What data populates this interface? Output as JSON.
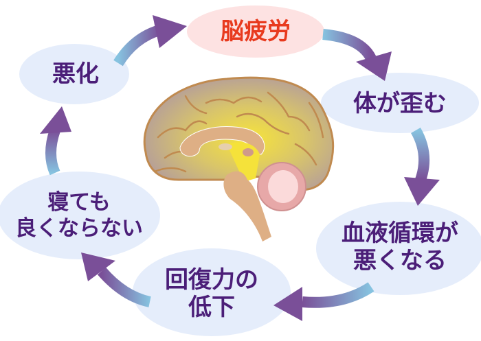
{
  "title": "脳疲労の悪循環",
  "colors": {
    "text": "#4b1e78",
    "accent": "#e83a1e",
    "bubble": "#e5edfb",
    "top_bubble": "#fde2e2"
  },
  "cycle": [
    {
      "label": "脳疲労"
    },
    {
      "label": "体が歪む"
    },
    {
      "label_line1": "血液循環が",
      "label_line2": "悪くなる"
    },
    {
      "label_line1": "回復力の",
      "label_line2": "低下"
    },
    {
      "label_line1": "寝ても",
      "label_line2": "良くならない"
    },
    {
      "label": "悪化"
    }
  ],
  "center_image": "brain-illustration"
}
